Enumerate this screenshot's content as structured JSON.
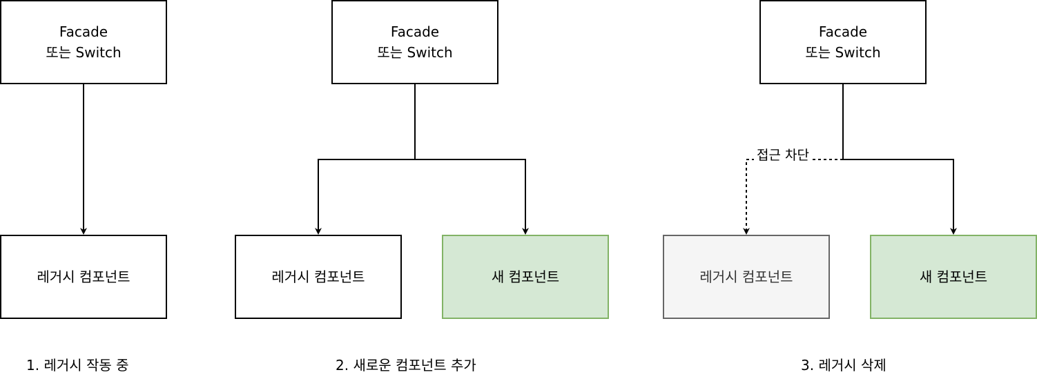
{
  "panels": [
    {
      "facade": {
        "line1": "Facade",
        "line2": "또는 Switch"
      },
      "legacy": {
        "label": "레거시 컴포넌트"
      },
      "caption": "1. 레거시 작동 중"
    },
    {
      "facade": {
        "line1": "Facade",
        "line2": "또는 Switch"
      },
      "legacy": {
        "label": "레거시 컴포넌트"
      },
      "new_component": {
        "label": "새 컴포넌트"
      },
      "caption": "2. 새로운 컴포넌트 추가"
    },
    {
      "facade": {
        "line1": "Facade",
        "line2": "또는 Switch"
      },
      "legacy": {
        "label": "레거시 컴포넌트"
      },
      "new_component": {
        "label": "새 컴포넌트"
      },
      "blocked_edge_label": "접근 차단",
      "caption": "3. 레거시 삭제"
    }
  ],
  "colors": {
    "new_fill": "#d5e8d4",
    "new_border": "#82b366",
    "removed_fill": "#f5f5f5",
    "removed_border": "#666666"
  }
}
